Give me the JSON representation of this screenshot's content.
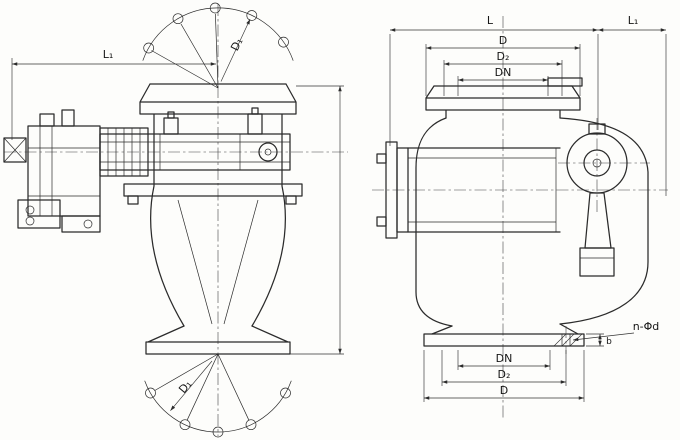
{
  "drawing": {
    "left_view": {
      "dim_l1": "L₁",
      "dim_d1_top": "D₁",
      "dim_d1_bottom": "D₁"
    },
    "right_view": {
      "dim_l": "L",
      "dim_l1": "L₁",
      "dim_d_top": "D",
      "dim_d2_top": "D₂",
      "dim_dn_top": "DN",
      "dim_dn_bottom": "DN",
      "dim_d2_bottom": "D₂",
      "dim_d_bottom": "D",
      "dim_bolt_holes": "n-Φd",
      "dim_thickness": "b"
    },
    "colors": {
      "line": "#2b2b2b",
      "background": "#fdfdfb"
    }
  }
}
